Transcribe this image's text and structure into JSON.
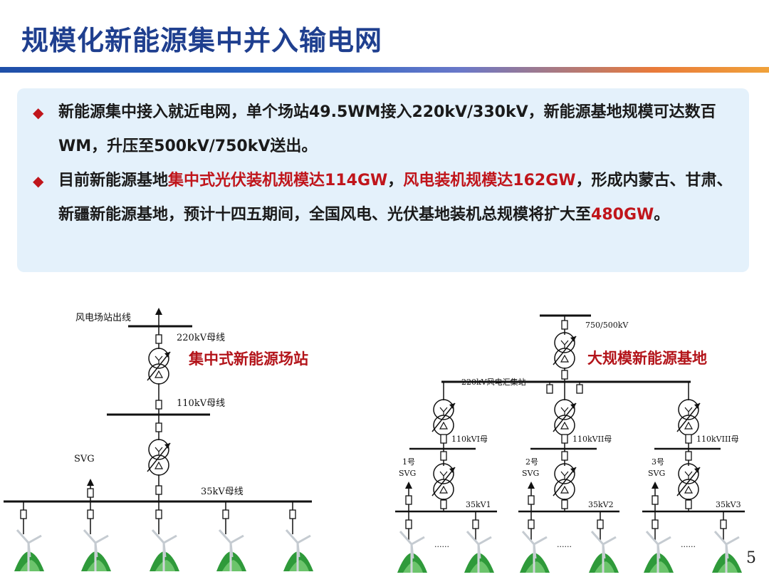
{
  "title": "规模化新能源集中并入输电网",
  "bullets": [
    {
      "text": "新能源集中接入就近电网，单个场站49.5WM接入220kV/330kV，新能源基地规模可达数百WM，升压至500kV/750kV送出。"
    },
    {
      "pre": "目前新能源基地",
      "hl1": "集中式光伏装机规模达114GW",
      "mid": "，",
      "hl2": "风电装机规模达162GW",
      "post1": "，形成内蒙古、甘肃、新疆新能源基地，预计十四五期间，全国风电、光伏基地装机总规模将扩大至",
      "hl3": "480GW",
      "post2": "。"
    }
  ],
  "left_diagram": {
    "caption": "集中式新能源场站",
    "outlet": "风电场站出线",
    "bus220": "220kV母线",
    "bus110": "110kV母线",
    "bus35": "35kV母线",
    "svg": "SVG"
  },
  "right_diagram": {
    "caption": "大规模新能源基地",
    "bus_top": "750/500kV",
    "station": "220kV风电汇集站",
    "b1": "110kVI母",
    "b2": "110kVII母",
    "b3": "110kVIII母",
    "svg1a": "1号",
    "svg1b": "SVG",
    "svg2a": "2号",
    "svg2b": "SVG",
    "svg3a": "3号",
    "svg3b": "SVG",
    "f1": "35kV1",
    "f2": "35kV2",
    "f3": "35kV3",
    "dots": "......"
  },
  "page_number": "5",
  "colors": {
    "title": "#1f3f8f",
    "highlight": "#c0151b",
    "box": "#e4f1fb"
  }
}
